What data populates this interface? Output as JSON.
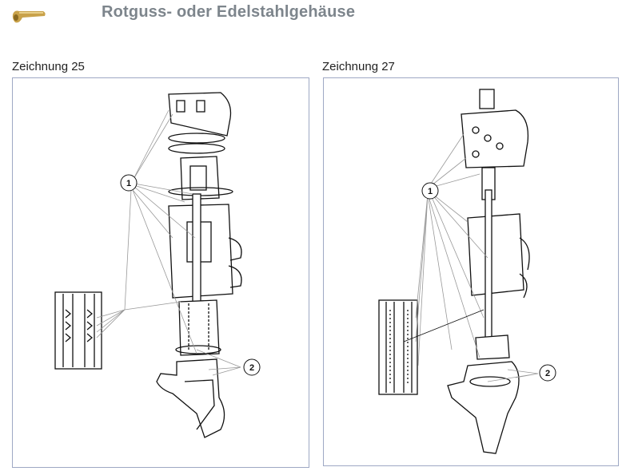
{
  "header": {
    "title": "Rotguss- oder Edelstahlgehäuse",
    "logo_icon": "valve-body-icon"
  },
  "drawings": [
    {
      "caption": "Zeichnung 25",
      "callouts": [
        "1",
        "2"
      ]
    },
    {
      "caption": "Zeichnung 27",
      "callouts": [
        "1",
        "2"
      ]
    }
  ]
}
